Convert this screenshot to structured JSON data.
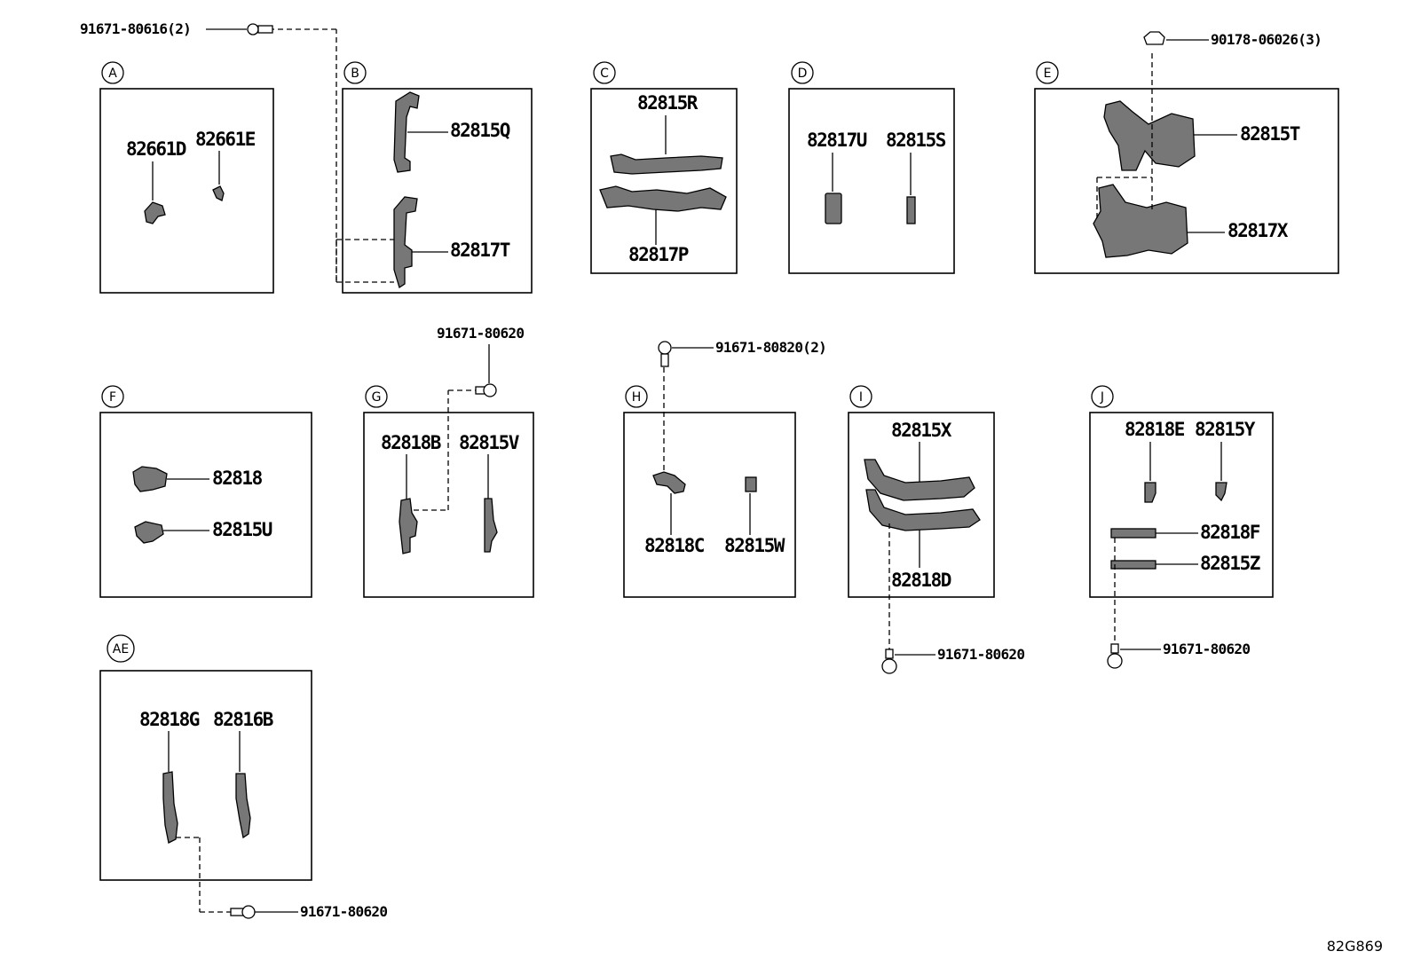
{
  "groups": {
    "A": {
      "label": "A",
      "parts": [
        "82661D",
        "82661E"
      ]
    },
    "B": {
      "label": "B",
      "parts": [
        "82815Q",
        "82817T"
      ]
    },
    "C": {
      "label": "C",
      "parts": [
        "82815R",
        "82817P"
      ]
    },
    "D": {
      "label": "D",
      "parts": [
        "82817U",
        "82815S"
      ]
    },
    "E": {
      "label": "E",
      "parts": [
        "82815T",
        "82817X"
      ]
    },
    "F": {
      "label": "F",
      "parts": [
        "82818",
        "82815U"
      ]
    },
    "G": {
      "label": "G",
      "parts": [
        "82818B",
        "82815V"
      ]
    },
    "H": {
      "label": "H",
      "parts": [
        "82818C",
        "82815W"
      ]
    },
    "I": {
      "label": "I",
      "parts": [
        "82815X",
        "82818D"
      ]
    },
    "J": {
      "label": "J",
      "parts": [
        "82818E",
        "82815Y",
        "82818F",
        "82815Z"
      ]
    },
    "AE": {
      "label": "AE",
      "parts": [
        "82818G",
        "82816B"
      ]
    }
  },
  "fasteners": {
    "b_top": "91671-80616(2)",
    "e_top": "90178-06026(3)",
    "g_top": "91671-80620",
    "h_top": "91671-80820(2)",
    "i_bottom": "91671-80620",
    "j_bottom": "91671-80620",
    "ae_bottom": "91671-80620"
  },
  "diagram_ref": "82G869"
}
